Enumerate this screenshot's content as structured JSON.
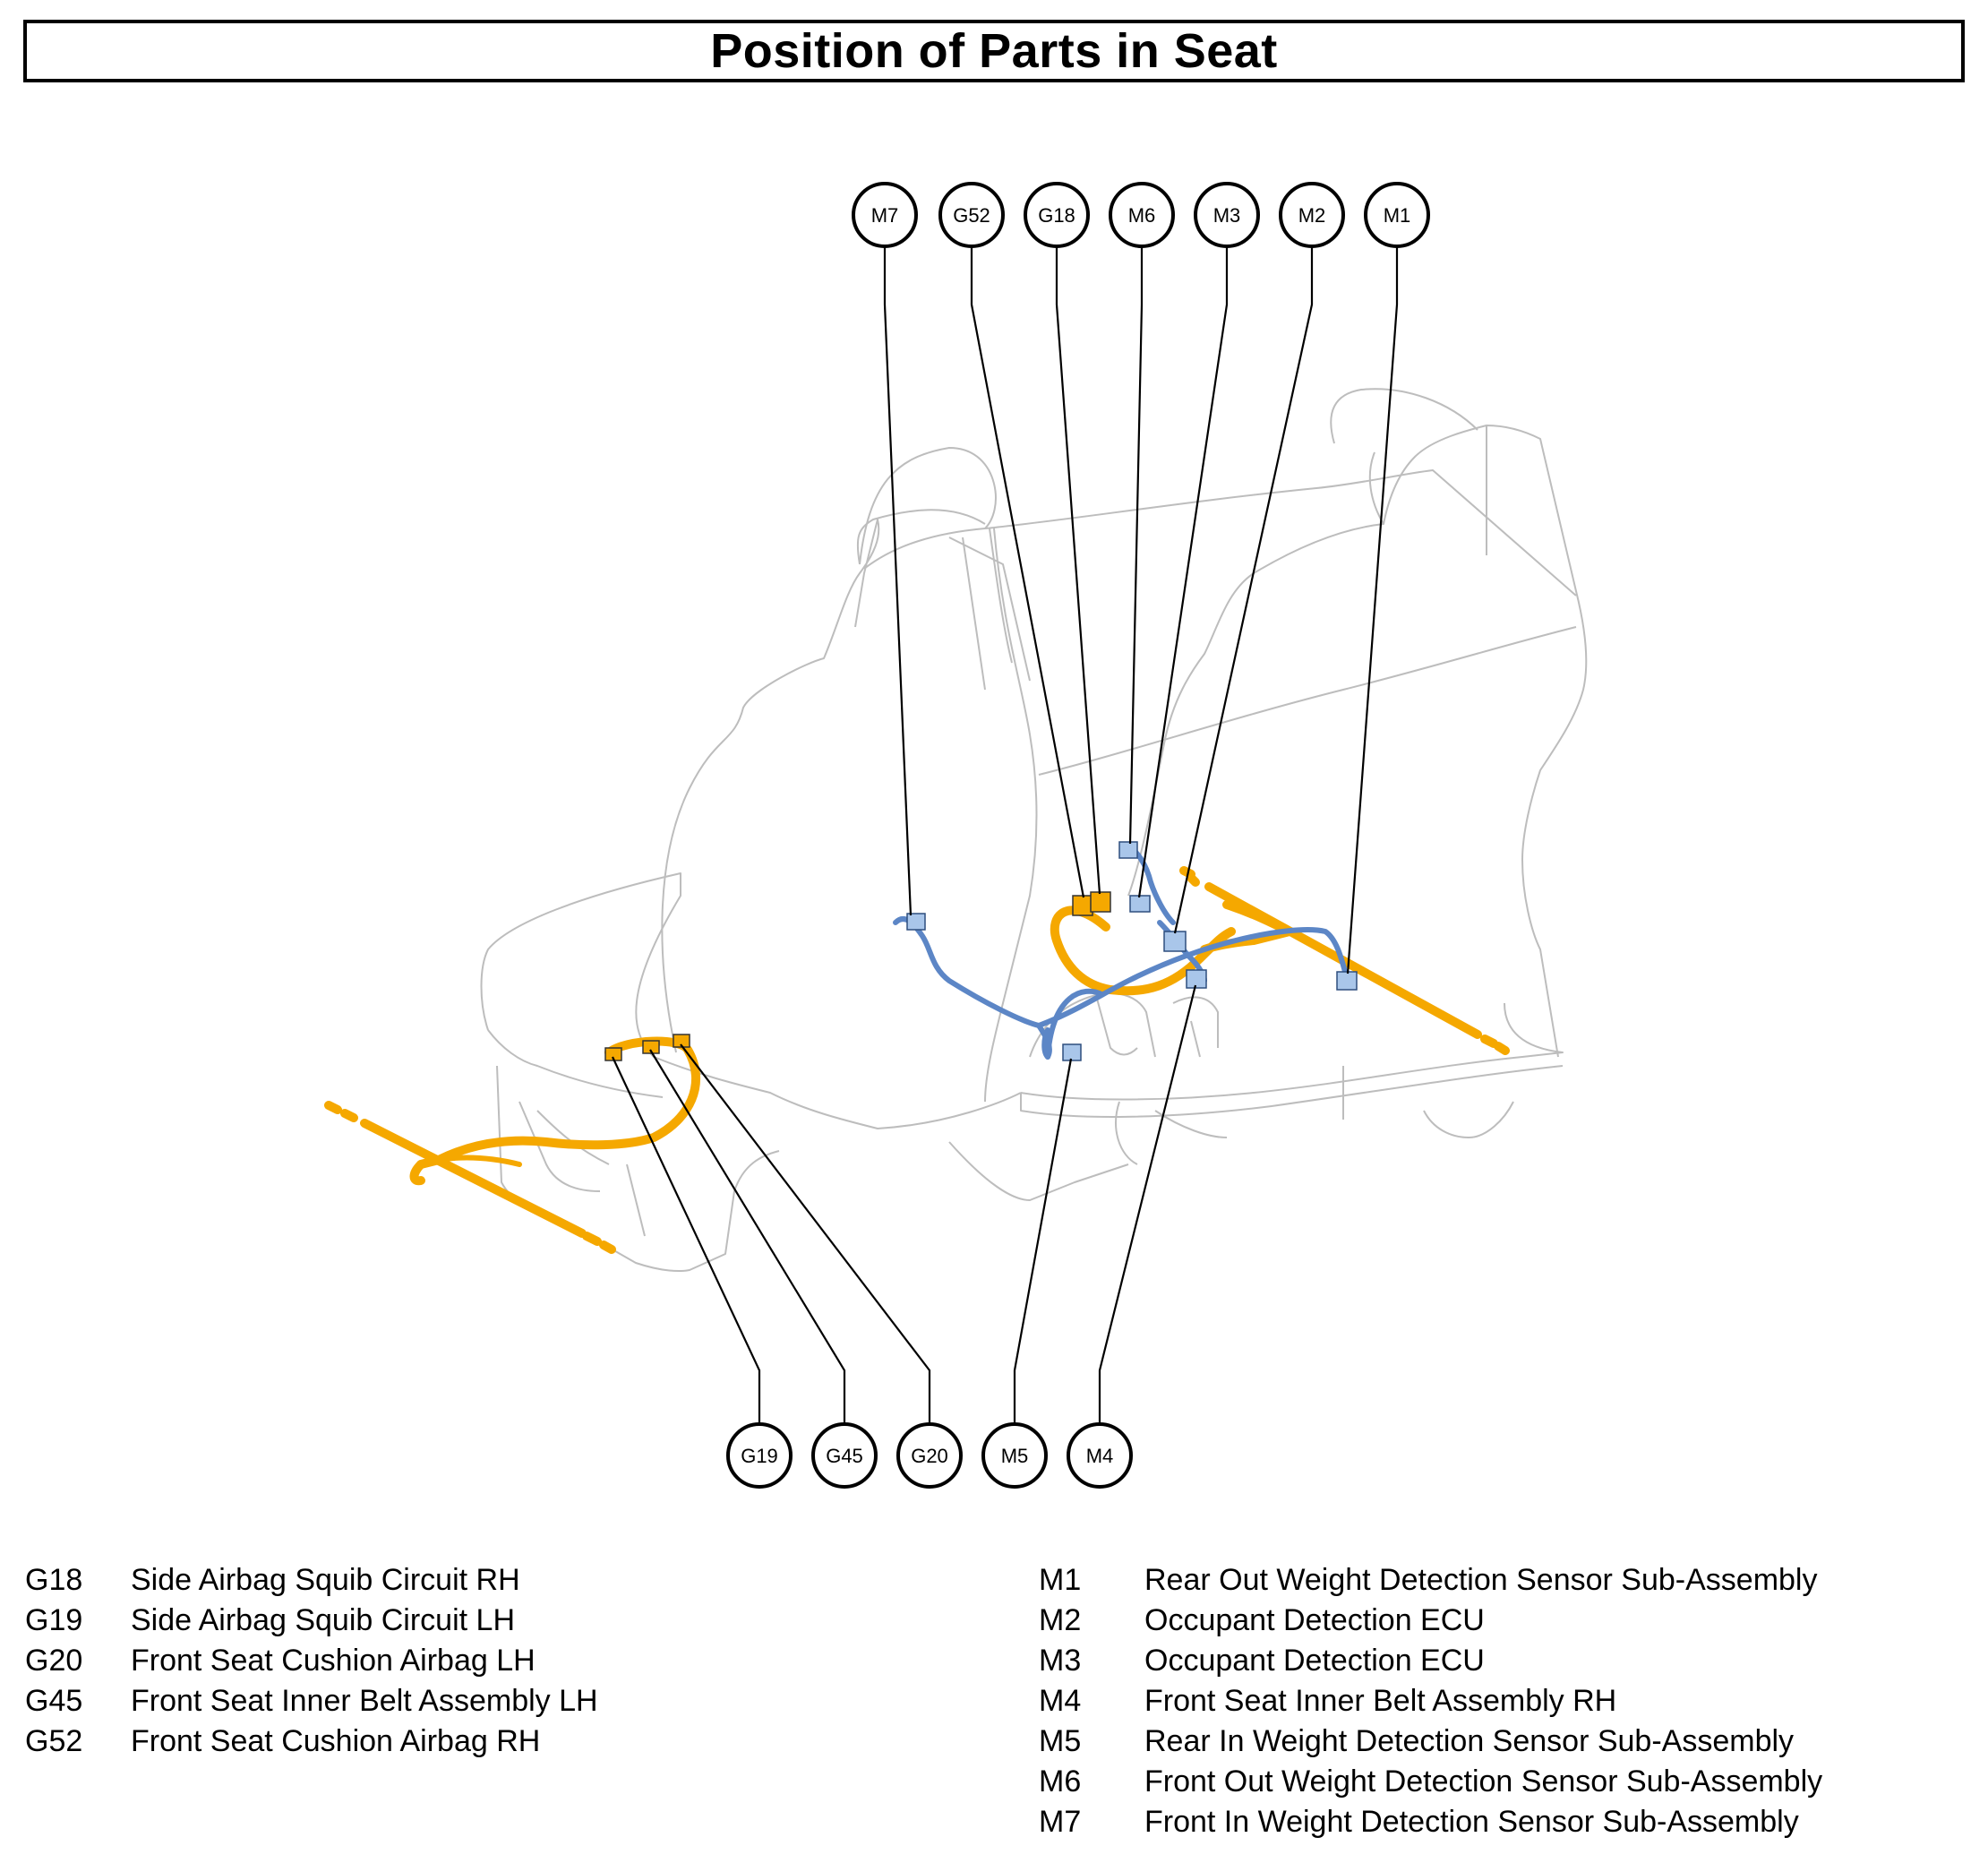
{
  "title": "Position of Parts in Seat",
  "callouts_top": [
    "M7",
    "G52",
    "G18",
    "M6",
    "M3",
    "M2",
    "M1"
  ],
  "callouts_bottom": [
    "G19",
    "G45",
    "G20",
    "M5",
    "M4"
  ],
  "legend_left": [
    {
      "code": "G18",
      "desc": "Side Airbag Squib Circuit RH"
    },
    {
      "code": "G19",
      "desc": "Side Airbag Squib Circuit LH"
    },
    {
      "code": "G20",
      "desc": "Front Seat Cushion Airbag LH"
    },
    {
      "code": "G45",
      "desc": "Front Seat Inner Belt Assembly LH"
    },
    {
      "code": "G52",
      "desc": "Front Seat Cushion Airbag RH"
    }
  ],
  "legend_right": [
    {
      "code": "M1",
      "desc": "Rear Out Weight Detection Sensor Sub-Assembly"
    },
    {
      "code": "M2",
      "desc": "Occupant Detection ECU"
    },
    {
      "code": "M3",
      "desc": "Occupant Detection ECU"
    },
    {
      "code": "M4",
      "desc": "Front Seat Inner Belt Assembly RH"
    },
    {
      "code": "M5",
      "desc": "Rear In Weight Detection Sensor Sub-Assembly"
    },
    {
      "code": "M6",
      "desc": "Front Out Weight Detection Sensor Sub-Assembly"
    },
    {
      "code": "M7",
      "desc": "Front In Weight Detection Sensor Sub-Assembly"
    }
  ],
  "colors": {
    "airbag_harness": "#F5A800",
    "sensor_harness": "#5C86C6",
    "connector_fill": "#A9C6EA",
    "seat_outline": "#BDBDBD"
  }
}
